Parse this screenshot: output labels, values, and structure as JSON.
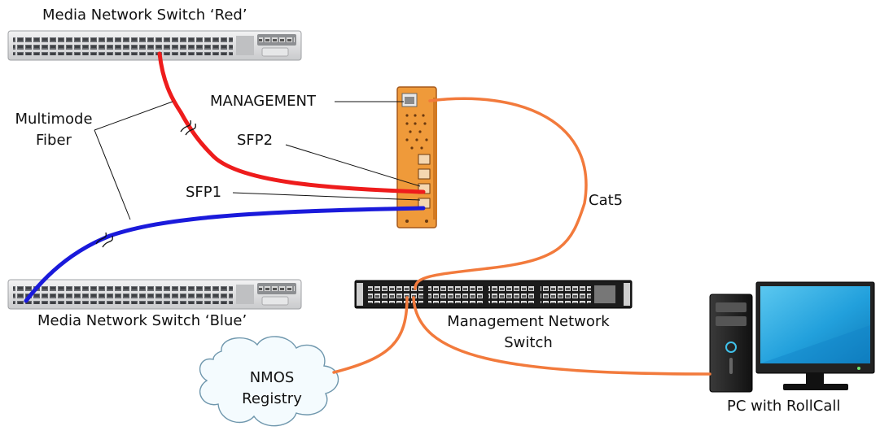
{
  "labels": {
    "red_switch": "Media Network Switch ‘Red’",
    "blue_switch": "Media Network Switch ‘Blue’",
    "management": "MANAGEMENT",
    "sfp2": "SFP2",
    "sfp1": "SFP1",
    "fiber_line1": "Multimode",
    "fiber_line2": "Fiber",
    "cat5": "Cat5",
    "mgmt_switch_line1": "Management Network",
    "mgmt_switch_line2": "Switch",
    "nmos_line1": "NMOS",
    "nmos_line2": "Registry",
    "pc": "PC with RollCall"
  },
  "colors": {
    "red_fiber": "#ee1c1c",
    "blue_fiber": "#1a1adb",
    "cat5_cable": "#f27a3c",
    "device_orange": "#ef9a3a",
    "switch_gray": "#d7d8da",
    "monitor_screen": "#27a6df"
  }
}
